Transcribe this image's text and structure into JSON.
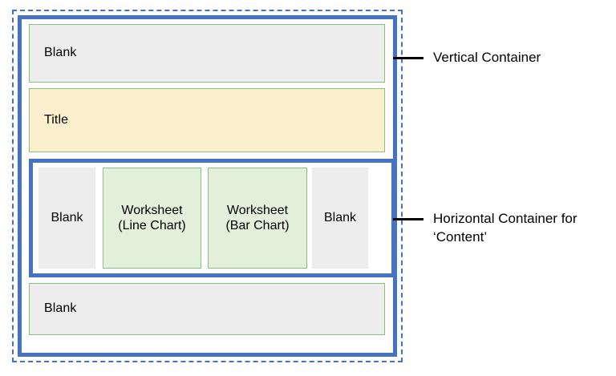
{
  "diagram": {
    "type": "layout-structure-diagram",
    "colors": {
      "container_blue": "#4472C4",
      "box_border_green": "#8CC07F",
      "blank_fill": "#EDEDED",
      "title_fill": "#FCEFCD",
      "worksheet_fill": "#E2EFDA",
      "background": "#FFFFFF",
      "leader_line": "#000000"
    },
    "vertical_container": {
      "rows": [
        {
          "key": "blank_top",
          "label": "Blank",
          "kind": "blank"
        },
        {
          "key": "title",
          "label": "Title",
          "kind": "title"
        },
        {
          "key": "content",
          "label": "",
          "kind": "horizontal-container"
        },
        {
          "key": "blank_bottom",
          "label": "Blank",
          "kind": "blank"
        }
      ]
    },
    "horizontal_container": {
      "items": [
        {
          "key": "blank_left",
          "label": "Blank",
          "kind": "blank"
        },
        {
          "key": "worksheet_line",
          "label": "Worksheet\n(Line Chart)",
          "kind": "worksheet"
        },
        {
          "key": "worksheet_bar",
          "label": "Worksheet\n(Bar Chart)",
          "kind": "worksheet"
        },
        {
          "key": "blank_right",
          "label": "Blank",
          "kind": "blank"
        }
      ]
    },
    "annotations": [
      {
        "key": "vertical",
        "text": "Vertical Container"
      },
      {
        "key": "horizontal",
        "text": "Horizontal Container for\n‘Content’"
      }
    ]
  }
}
